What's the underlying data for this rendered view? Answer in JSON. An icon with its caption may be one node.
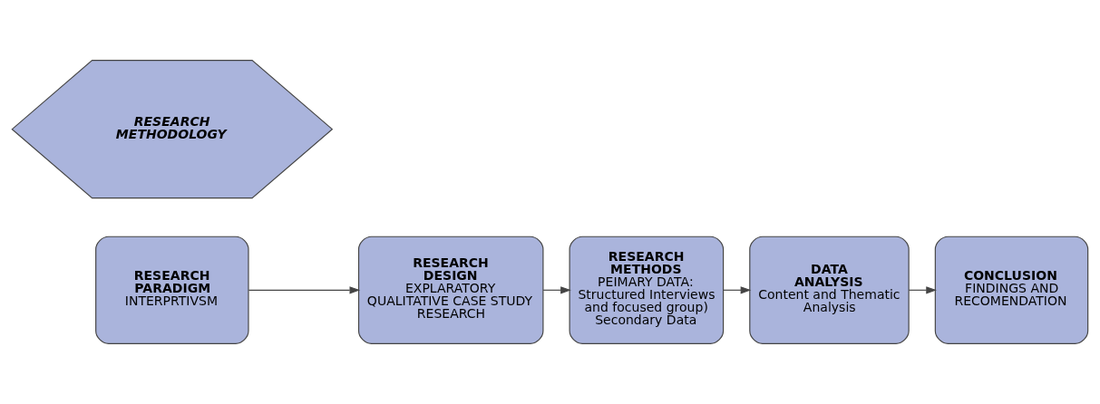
{
  "diagram": {
    "nodes": [
      {
        "text": [
          "RESEARCH PARADIGM",
          "INTERPRTIVSM"
        ]
      },
      {
        "text": [
          "RESEARCH DESIGN",
          "EXPLARATORY QUALITATIVE CASE STUDY RESEARCH"
        ]
      },
      {
        "text": [
          "RESEARCH METHODS",
          "PEIMARY DATA: Structured Interviews and focused group) Secondary Data"
        ]
      },
      {
        "text": [
          "DATA ANALYSIS",
          "Content and Thematic Analysis"
        ]
      },
      {
        "text": [
          "CONCLUSION",
          "FINDINGS AND RECOMENDATION"
        ]
      },
      {
        "text": [
          "RESEARCH METHODOLOGY"
        ]
      }
    ],
    "edges": [
      {
        "from": 0,
        "to": 1,
        "arrow": "to"
      },
      {
        "from": 1,
        "to": 2,
        "arrow": "to"
      },
      {
        "from": 2,
        "to": 3,
        "arrow": "to"
      },
      {
        "from": 3,
        "to": 4,
        "arrow": "to"
      }
    ]
  }
}
